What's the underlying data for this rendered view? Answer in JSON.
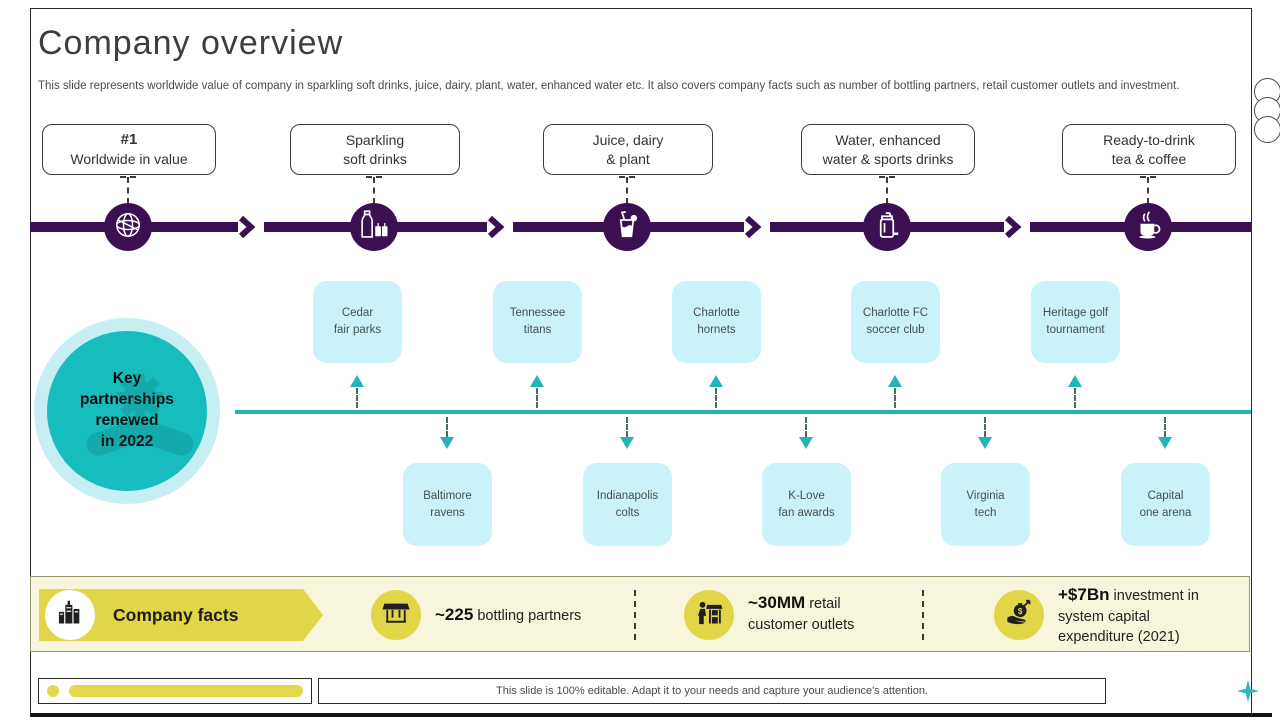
{
  "slide": {
    "title": "Company overview",
    "subtitle": "This slide represents worldwide value of company in sparkling soft drinks, juice, dairy, plant, water, enhanced water etc. It also covers company facts such as number of bottling partners, retail customer outlets and investment."
  },
  "colors": {
    "purple": "#3B1053",
    "teal": "#24B4B5",
    "light_cyan": "#C9F3F8",
    "yellow": "#E1D647",
    "pale_yellow": "#F7F5DB"
  },
  "categories": [
    {
      "line1": "#1",
      "line2": "Worldwide in value",
      "icon": "globe-icon"
    },
    {
      "line1": "Sparkling",
      "line2": "soft drinks",
      "icon": "soda-bottle-icon"
    },
    {
      "line1": "Juice, dairy",
      "line2": "& plant",
      "icon": "juice-glass-icon"
    },
    {
      "line1": "Water, enhanced",
      "line2": "water & sports drinks",
      "icon": "sports-shaker-icon"
    },
    {
      "line1": "Ready-to-drink",
      "line2": "tea & coffee",
      "icon": "coffee-cup-icon"
    }
  ],
  "partnerships": {
    "badge": {
      "line1": "Key",
      "line2": "partnerships",
      "line3": "renewed",
      "line4": "in 2022"
    },
    "top": [
      {
        "line1": "Cedar",
        "line2": "fair parks"
      },
      {
        "line1": "Tennessee",
        "line2": "titans"
      },
      {
        "line1": "Charlotte",
        "line2": "hornets"
      },
      {
        "line1": "Charlotte FC",
        "line2": "soccer club"
      },
      {
        "line1": "Heritage golf",
        "line2": "tournament"
      }
    ],
    "bottom": [
      {
        "line1": "Baltimore",
        "line2": "ravens"
      },
      {
        "line1": "Indianapolis",
        "line2": "colts"
      },
      {
        "line1": "K-Love",
        "line2": "fan awards"
      },
      {
        "line1": "Virginia",
        "line2": "tech"
      },
      {
        "line1": "Capital",
        "line2": "one arena"
      }
    ]
  },
  "facts": {
    "header": "Company facts",
    "items": [
      {
        "value": "~225",
        "rest": " bottling partners",
        "icon": "storefront-icon"
      },
      {
        "value": "~30MM",
        "rest": " retail customer outlets",
        "icon": "retail-outlet-icon"
      },
      {
        "value": "+$7Bn",
        "rest": " investment in system capital expenditure (2021)",
        "icon": "investment-hand-icon"
      }
    ]
  },
  "footer": {
    "note": "This slide is 100% editable. Adapt it to your needs and capture your audience's attention."
  }
}
